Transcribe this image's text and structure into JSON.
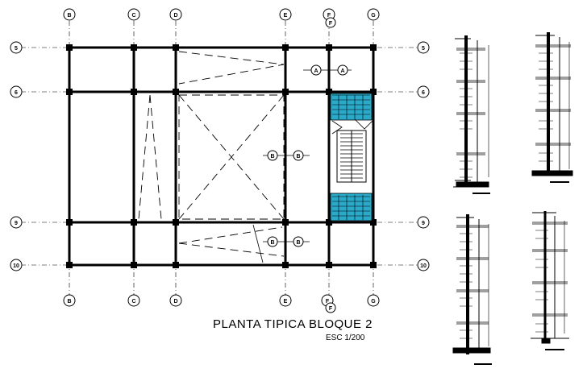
{
  "title": "PLANTA TIPICA BLOQUE 2",
  "scale": "ESC 1/200",
  "grid": {
    "columns": [
      "B",
      "C",
      "D",
      "E",
      "F",
      "G"
    ],
    "rows": [
      "5",
      "6",
      "9",
      "10"
    ]
  },
  "section_marks": [
    "A",
    "A",
    "B",
    "B",
    "B",
    "B"
  ],
  "colors": {
    "line": "#000000",
    "stair_fill": "#2aa9c8",
    "background": "#ffffff"
  }
}
